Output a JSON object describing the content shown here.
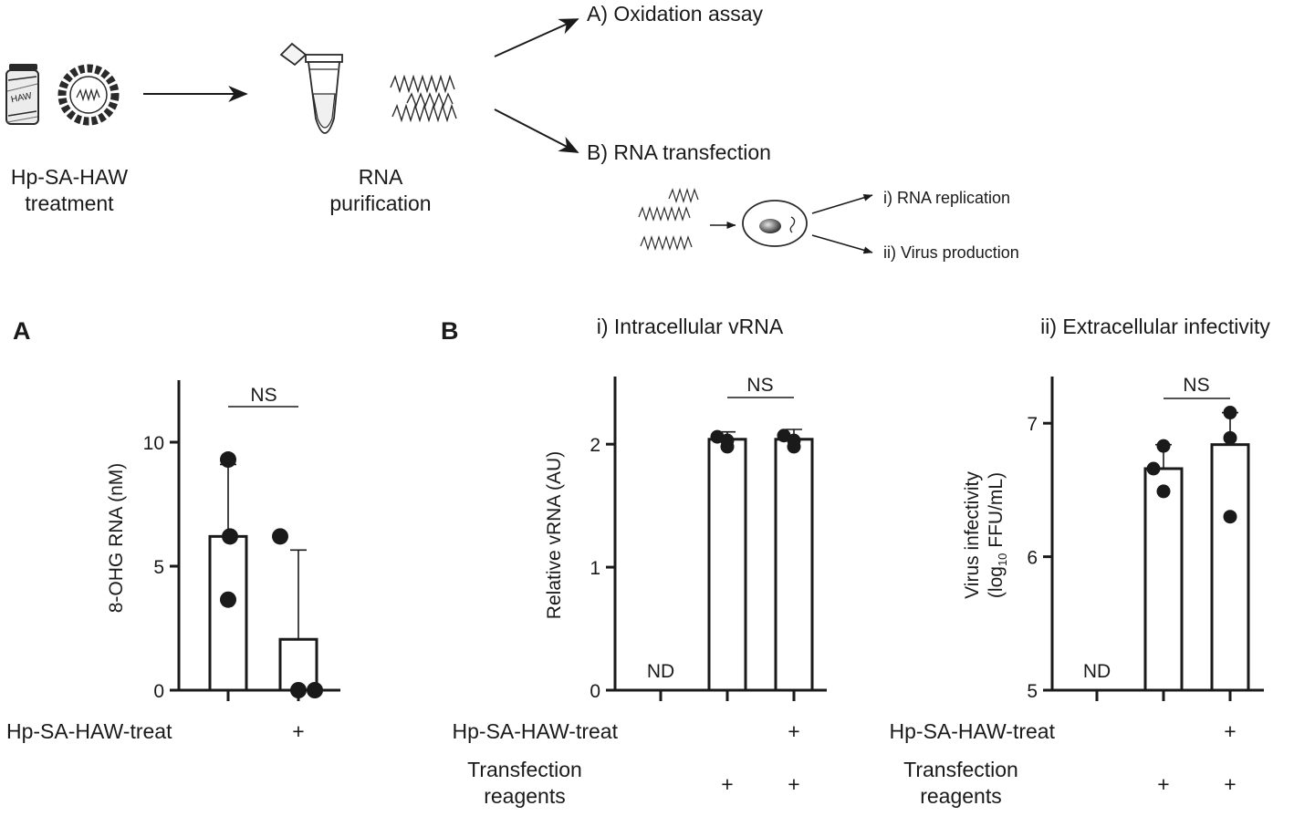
{
  "schematic": {
    "step1_label_line1": "Hp-SA-HAW",
    "step1_label_line2": "treatment",
    "bottle_label": "HAW",
    "step2_label_line1": "RNA",
    "step2_label_line2": "purification",
    "branch_a": "A) Oxidation assay",
    "branch_b": "B) RNA transfection",
    "outcome_i": "i) RNA replication",
    "outcome_ii": "ii) Virus production"
  },
  "chart_data": [
    {
      "panel_letter": "A",
      "type": "bar",
      "title": "",
      "ylabel": "8-OHG RNA (nM)",
      "ylim": [
        0,
        12.5
      ],
      "yticks": [
        0,
        5,
        10
      ],
      "categories": [
        "",
        "+"
      ],
      "row_labels": [
        "Hp-SA-HAW-treat"
      ],
      "values": [
        6.2,
        2.05
      ],
      "error_upper": [
        9.1,
        5.65
      ],
      "points": [
        [
          9.3,
          6.2,
          3.65
        ],
        [
          6.2,
          0,
          0
        ]
      ],
      "significance": "NS"
    },
    {
      "panel_letter": "B",
      "type": "bar",
      "title": "i) Intracellular vRNA",
      "ylabel": "Relative vRNA (AU)",
      "ylim": [
        0,
        2.55
      ],
      "yticks": [
        0,
        1,
        2
      ],
      "categories": [
        "",
        "",
        "+"
      ],
      "second_row": [
        "",
        "+",
        "+"
      ],
      "row_labels": [
        "Hp-SA-HAW-treat",
        "Transfection",
        "reagents"
      ],
      "values": [
        null,
        2.04,
        2.04
      ],
      "error_upper": [
        null,
        2.1,
        2.12
      ],
      "points": [
        [],
        [
          2.06,
          2.03,
          1.98
        ],
        [
          2.07,
          2.03,
          1.98
        ]
      ],
      "not_detected_label": "ND",
      "significance": "NS"
    },
    {
      "type": "bar",
      "title": "ii) Extracellular infectivity",
      "ylabel_line1": "Virus infectivity",
      "ylabel_line2_prefix": "(log",
      "ylabel_line2_sub": "10",
      "ylabel_line2_suffix": " FFU/mL)",
      "ylim": [
        5,
        7.35
      ],
      "yticks": [
        5,
        6,
        7
      ],
      "categories": [
        "",
        "",
        "+"
      ],
      "second_row": [
        "",
        "+",
        "+"
      ],
      "row_labels": [
        "Hp-SA-HAW-treat",
        "Transfection",
        "reagents"
      ],
      "values": [
        null,
        6.66,
        6.84
      ],
      "error_upper": [
        null,
        6.84,
        7.08
      ],
      "points": [
        [],
        [
          6.83,
          6.66,
          6.49
        ],
        [
          7.08,
          6.89,
          6.3
        ]
      ],
      "not_detected_label": "ND",
      "significance": "NS"
    }
  ]
}
